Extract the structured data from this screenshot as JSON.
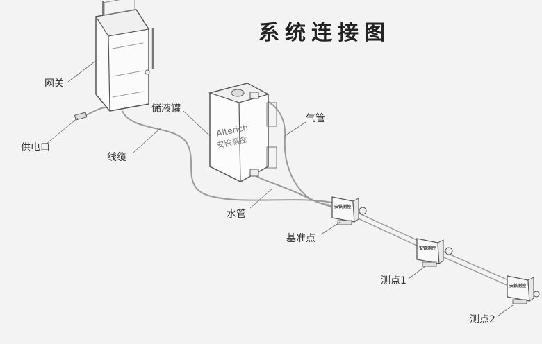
{
  "title": "系统连接图",
  "labels": {
    "gateway": "网关",
    "power_port": "供电口",
    "cable": "线缆",
    "liquid_tank": "储液罐",
    "gas_pipe": "气管",
    "water_pipe": "水管",
    "reference_point": "基准点",
    "measure_point_1": "测点1",
    "measure_point_2": "测点2"
  },
  "tank_brand": {
    "en": "Aiterich",
    "cn": "安铁测控"
  },
  "sensor_mark": "安铁测控"
}
